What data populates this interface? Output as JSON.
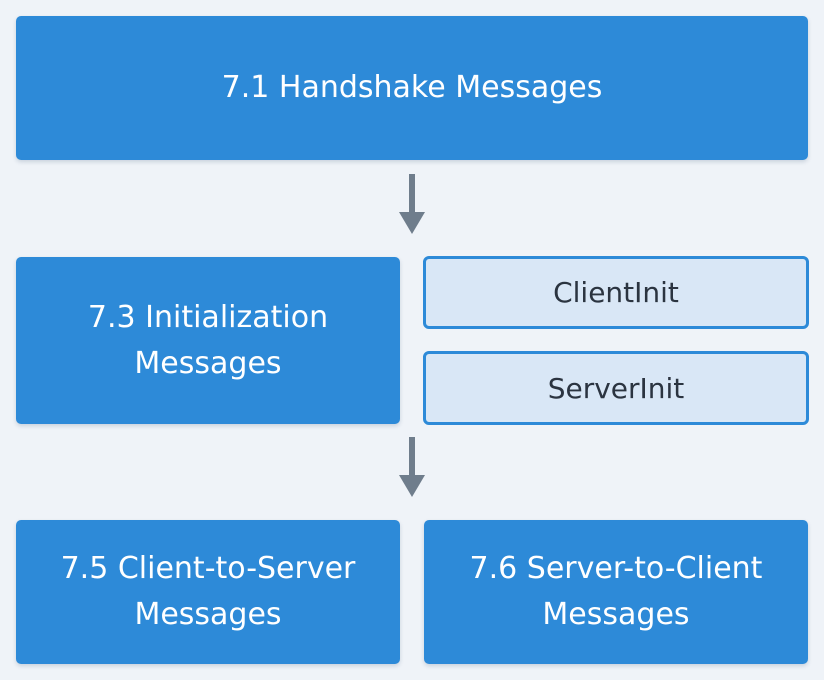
{
  "diagram": {
    "handshake": {
      "label": "7.1 Handshake Messages"
    },
    "initialization": {
      "label": "7.3 Initialization\nMessages"
    },
    "client_init": {
      "label": "ClientInit"
    },
    "server_init": {
      "label": "ServerInit"
    },
    "client_to_server": {
      "label": "7.5 Client-to-Server\nMessages"
    },
    "server_to_client": {
      "label": "7.6 Server-to-Client\nMessages"
    }
  },
  "colors": {
    "primary_box": "#2d8ad8",
    "secondary_box": "#d9e7f6",
    "arrow": "#6f7d8c",
    "background": "#eff3f8"
  }
}
